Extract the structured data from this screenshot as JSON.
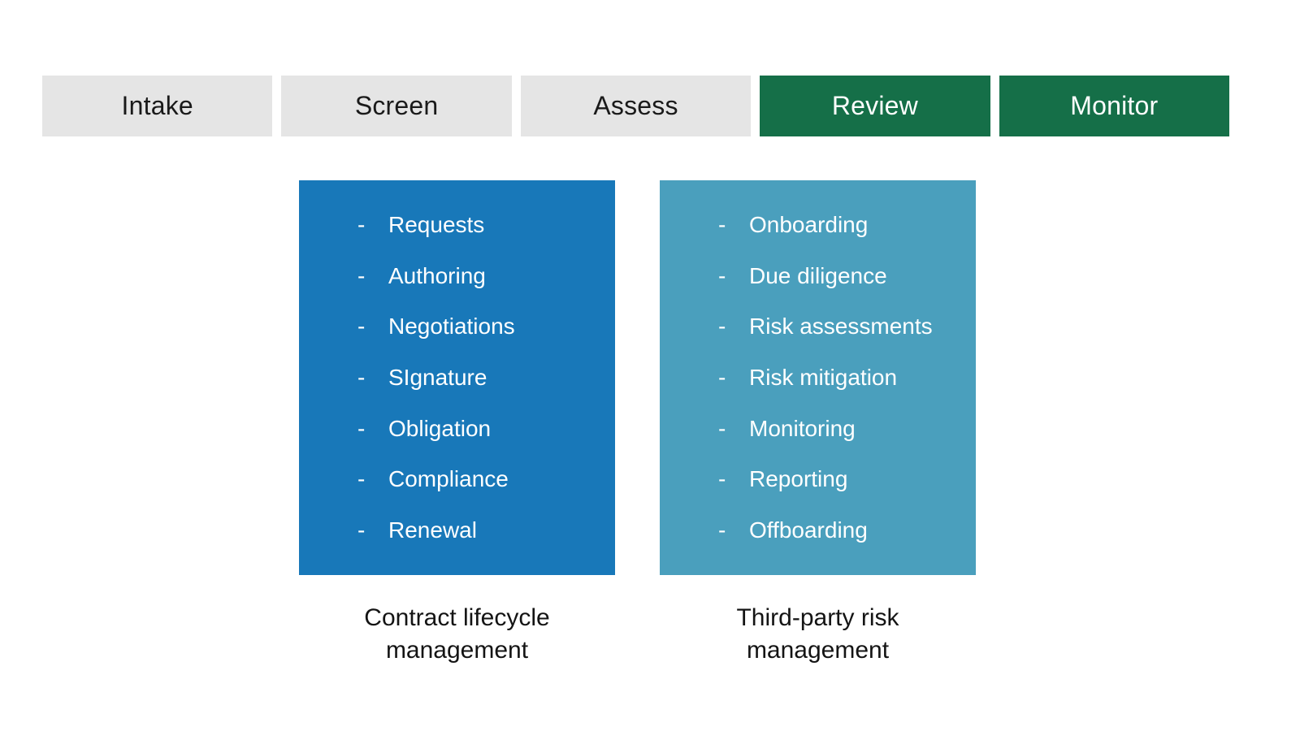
{
  "stages": [
    {
      "label": "Intake",
      "state": "inactive"
    },
    {
      "label": "Screen",
      "state": "inactive"
    },
    {
      "label": "Assess",
      "state": "inactive"
    },
    {
      "label": "Review",
      "state": "active"
    },
    {
      "label": "Monitor",
      "state": "active"
    }
  ],
  "bullet": "-",
  "panels": {
    "clm": {
      "items": [
        "Requests",
        "Authoring",
        "Negotiations",
        "SIgnature",
        "Obligation",
        "Compliance",
        "Renewal"
      ],
      "caption_line1": "Contract lifecycle",
      "caption_line2": "management"
    },
    "tprm": {
      "items": [
        "Onboarding",
        "Due diligence",
        "Risk assessments",
        "Risk mitigation",
        "Monitoring",
        "Reporting",
        "Offboarding"
      ],
      "caption_line1": "Third-party risk",
      "caption_line2": "management"
    }
  },
  "colors": {
    "stage_inactive_bg": "#e5e5e5",
    "stage_active_bg": "#156f48",
    "panel_clm_bg": "#1878b9",
    "panel_tprm_bg": "#4a9fbd",
    "text_dark": "#1a1a1a",
    "text_light": "#ffffff"
  }
}
